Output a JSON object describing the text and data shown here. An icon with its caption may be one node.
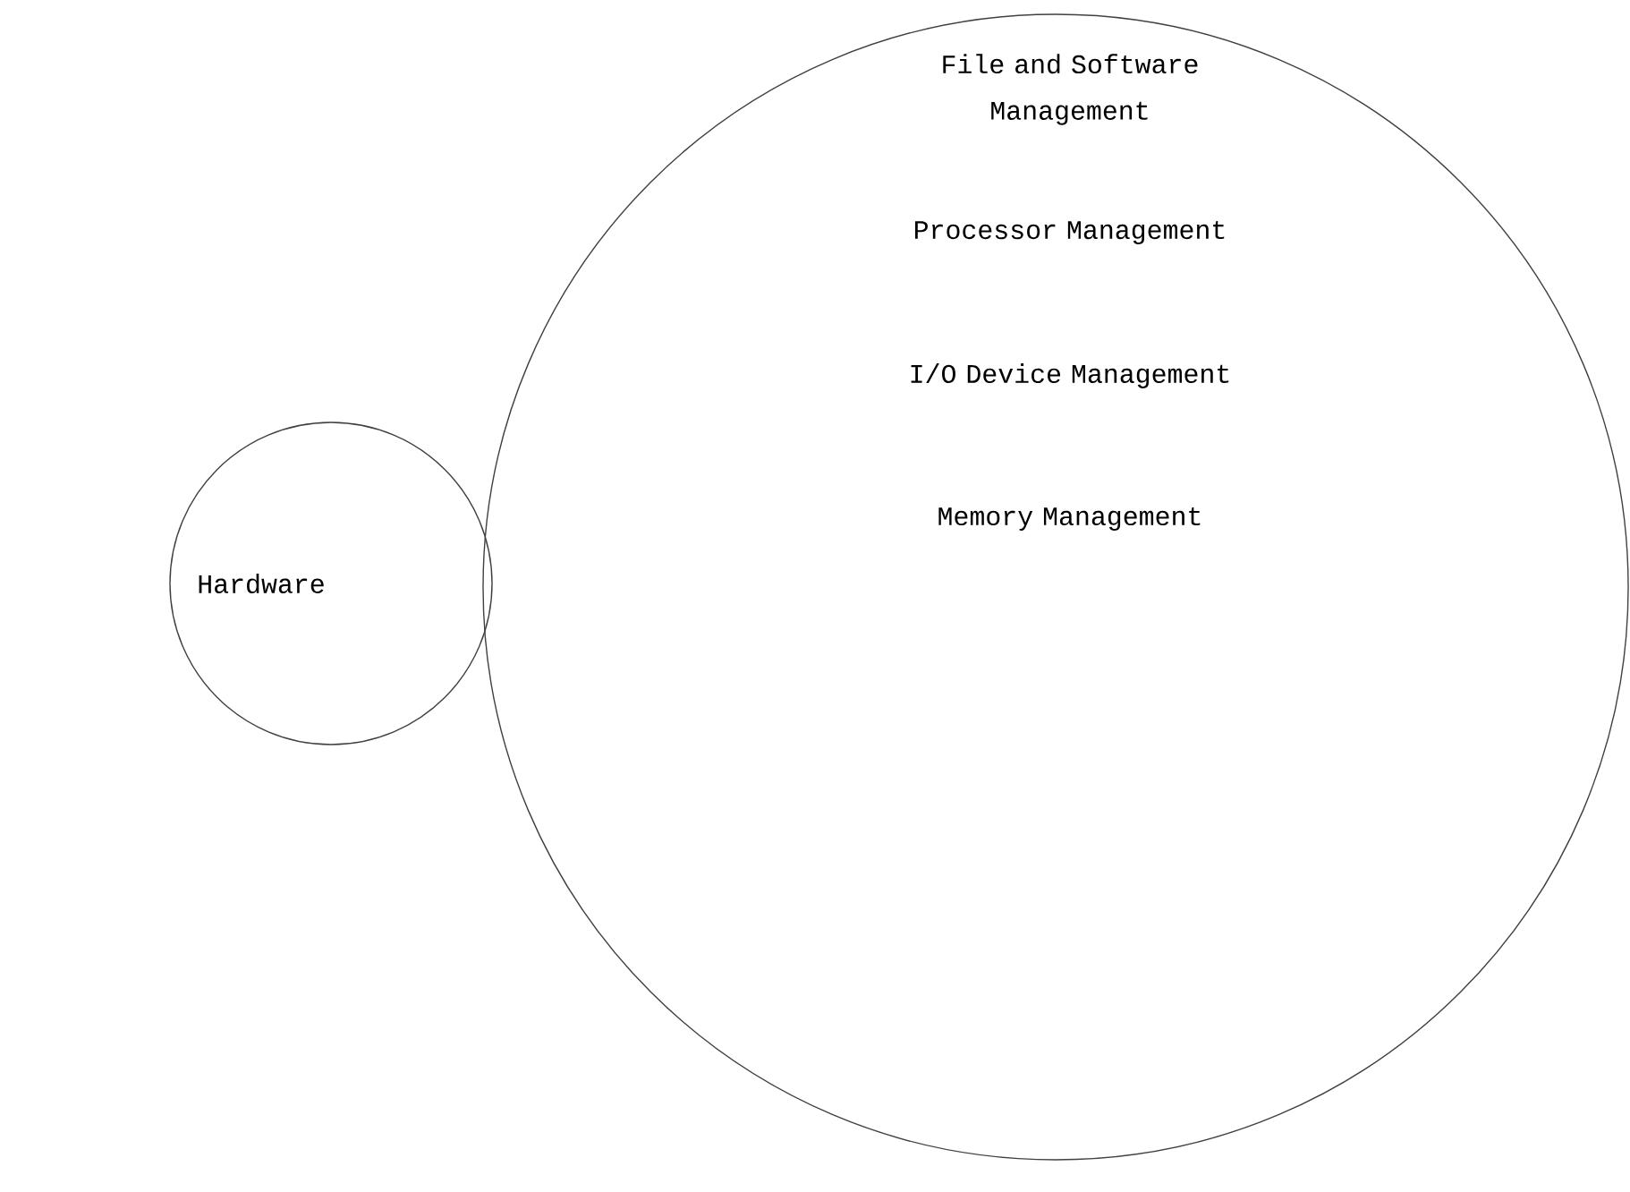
{
  "diagram": {
    "nodes": [
      {
        "text": [
          "Hardware"
        ]
      },
      {
        "text": [
          "File and Software Management",
          "Processor Management",
          "I/O Device Management",
          "Memory Management"
        ]
      }
    ]
  }
}
